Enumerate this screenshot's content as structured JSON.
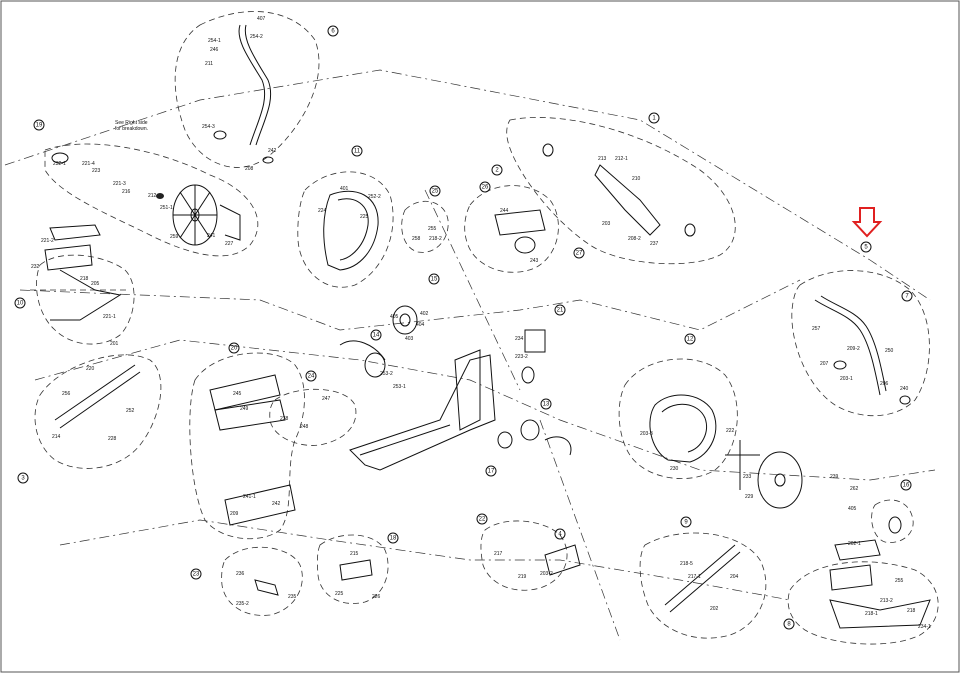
{
  "note": {
    "line1": "See Right side",
    "line2": "for breakdown."
  },
  "arrow_color": "#e02020",
  "callouts": [
    "1",
    "2",
    "3",
    "4",
    "5",
    "6",
    "7",
    "8",
    "9",
    "10",
    "11",
    "12",
    "13",
    "14",
    "15",
    "16",
    "17",
    "18",
    "19",
    "20",
    "21",
    "22",
    "23",
    "24",
    "25",
    "26",
    "27"
  ],
  "part_labels": [
    "254-1",
    "246",
    "254-2",
    "407",
    "211",
    "254-3",
    "208",
    "242",
    "232-1",
    "221-4",
    "223",
    "221-3",
    "216",
    "212",
    "251-1",
    "259",
    "241",
    "227",
    "221-2",
    "232",
    "218",
    "205",
    "221-1",
    "201",
    "220",
    "256",
    "252",
    "228",
    "214",
    "401",
    "252-2",
    "225",
    "224",
    "255",
    "218-2",
    "258",
    "244",
    "243",
    "405",
    "404",
    "403",
    "402",
    "253-2",
    "253-1",
    "234",
    "223-2",
    "213",
    "212-1",
    "210",
    "237",
    "208-2",
    "203",
    "257",
    "209-2",
    "207",
    "203-1",
    "206",
    "240",
    "250",
    "245",
    "249",
    "241-1",
    "242",
    "209",
    "238",
    "247",
    "248",
    "236",
    "235-2",
    "235",
    "215",
    "225",
    "226",
    "217",
    "219",
    "203-2",
    "203-3",
    "230",
    "222",
    "233",
    "229",
    "239",
    "262",
    "405",
    "218-5",
    "217-1",
    "204",
    "202",
    "202-1",
    "255",
    "218",
    "213-2",
    "234-1",
    "218-1",
    "264"
  ]
}
